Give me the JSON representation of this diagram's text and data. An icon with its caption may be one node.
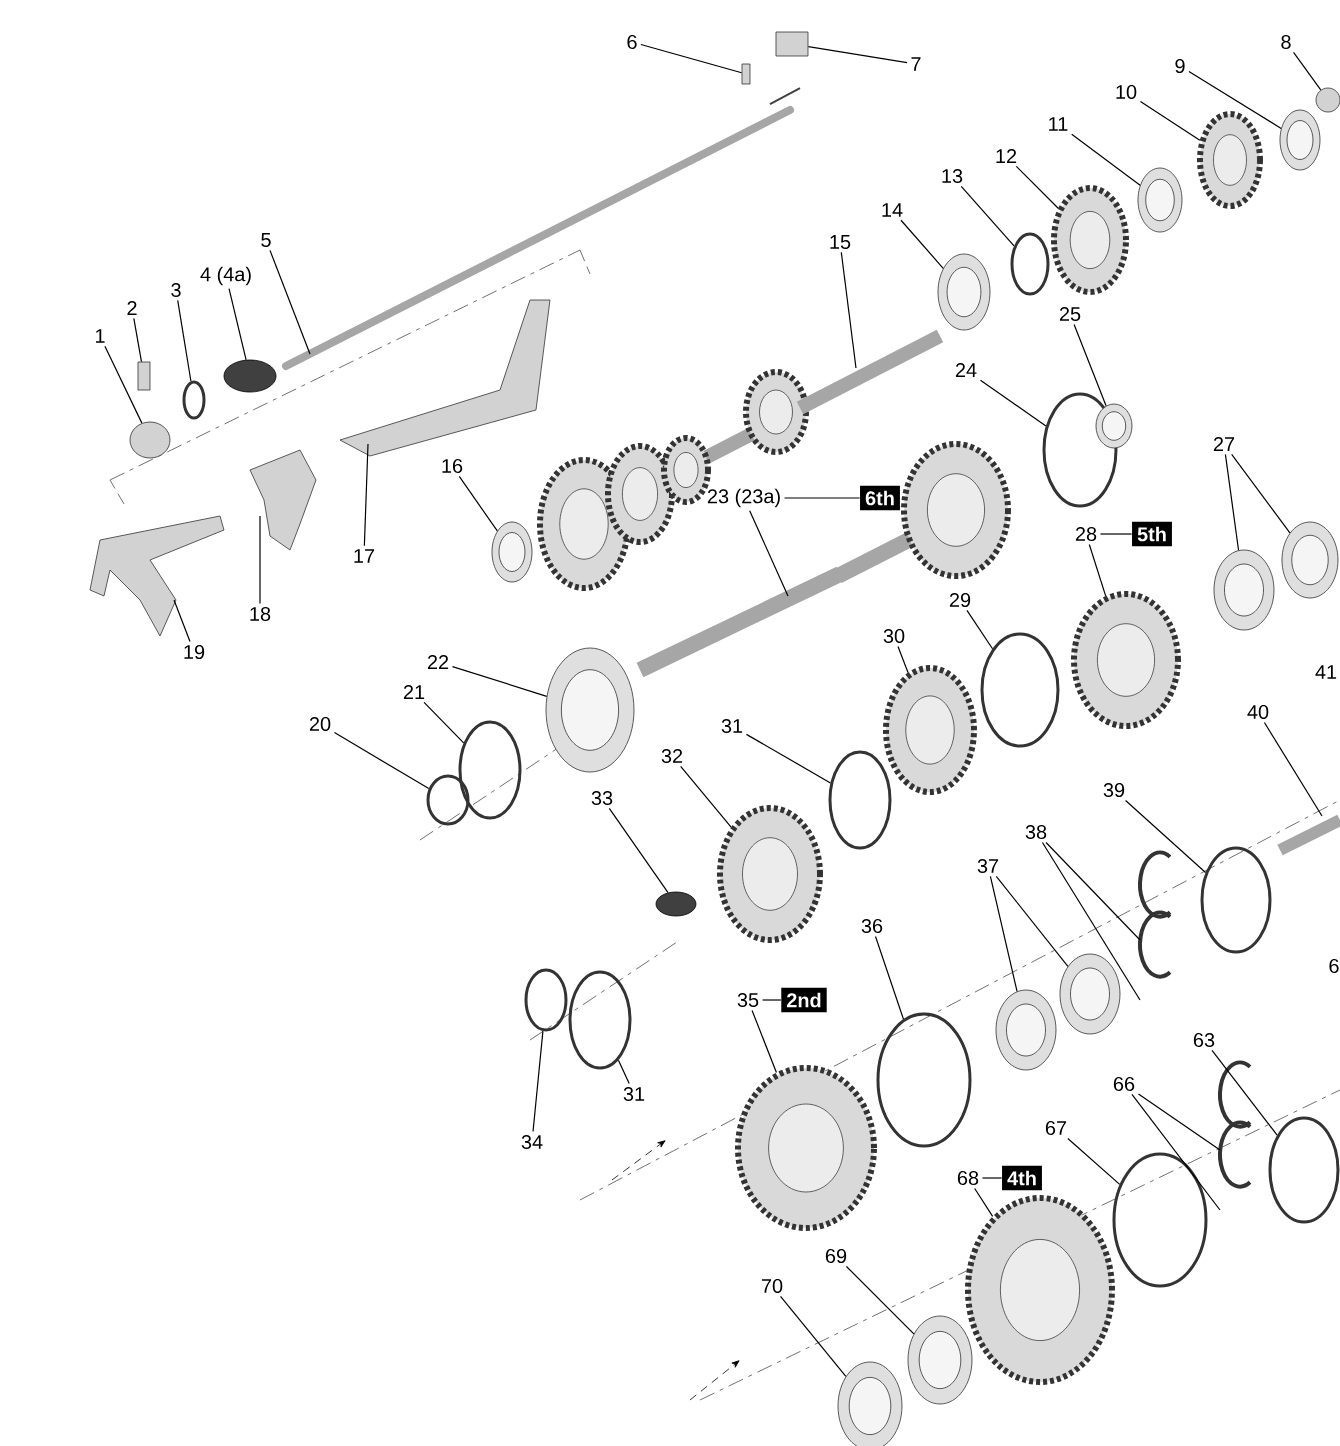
{
  "diagram": {
    "nodes": [
      {
        "text": [
          "1"
        ]
      },
      {
        "text": [
          "2"
        ]
      },
      {
        "text": [
          "3"
        ]
      },
      {
        "text": [
          "4 (4a)"
        ]
      },
      {
        "text": [
          "5"
        ]
      },
      {
        "text": [
          "6"
        ]
      },
      {
        "text": [
          "7"
        ]
      },
      {
        "text": [
          "8"
        ]
      },
      {
        "text": [
          "9"
        ]
      },
      {
        "text": [
          "10"
        ]
      },
      {
        "text": [
          "11"
        ]
      },
      {
        "text": [
          "12"
        ]
      },
      {
        "text": [
          "13"
        ]
      },
      {
        "text": [
          "14"
        ]
      },
      {
        "text": [
          "15"
        ]
      },
      {
        "text": [
          "16"
        ]
      },
      {
        "text": [
          "17"
        ]
      },
      {
        "text": [
          "18"
        ]
      },
      {
        "text": [
          "19"
        ]
      },
      {
        "text": [
          "20"
        ]
      },
      {
        "text": [
          "21"
        ]
      },
      {
        "text": [
          "22"
        ]
      },
      {
        "text": [
          "23 (23a)"
        ]
      },
      {
        "text": [
          "6th"
        ]
      },
      {
        "text": [
          "24"
        ]
      },
      {
        "text": [
          "25"
        ]
      },
      {
        "text": [
          "27"
        ]
      },
      {
        "text": [
          "28"
        ]
      },
      {
        "text": [
          "5th"
        ]
      },
      {
        "text": [
          "29"
        ]
      },
      {
        "text": [
          "30"
        ]
      },
      {
        "text": [
          "31"
        ]
      },
      {
        "text": [
          "32"
        ]
      },
      {
        "text": [
          "33"
        ]
      },
      {
        "text": [
          "34"
        ]
      },
      {
        "text": [
          "31"
        ]
      },
      {
        "text": [
          "35"
        ]
      },
      {
        "text": [
          "2nd"
        ]
      },
      {
        "text": [
          "36"
        ]
      },
      {
        "text": [
          "37"
        ]
      },
      {
        "text": [
          "38"
        ]
      },
      {
        "text": [
          "39"
        ]
      },
      {
        "text": [
          "40"
        ]
      },
      {
        "text": [
          "63"
        ]
      },
      {
        "text": [
          "66"
        ]
      },
      {
        "text": [
          "67"
        ]
      },
      {
        "text": [
          "68"
        ]
      },
      {
        "text": [
          "4th"
        ]
      },
      {
        "text": [
          "69"
        ]
      },
      {
        "text": [
          "70"
        ]
      },
      {
        "text": [],
        "shape": "circle"
      },
      {
        "text": [],
        "shape": "box"
      },
      {
        "text": [],
        "shape": "circle"
      },
      {
        "text": [],
        "shape": "circle"
      },
      {
        "text": [],
        "shape": "picture"
      },
      {
        "text": [],
        "shape": "box"
      },
      {
        "text": [],
        "shape": "box"
      },
      {
        "text": [],
        "shape": "circle"
      },
      {
        "text": [],
        "shape": "picture"
      },
      {
        "text": [],
        "shape": "picture"
      },
      {
        "text": [],
        "shape": "picture"
      },
      {
        "text": [],
        "shape": "picture"
      },
      {
        "text": [],
        "shape": "circle"
      },
      {
        "text": [],
        "shape": "picture"
      },
      {
        "text": [],
        "shape": "picture"
      },
      {
        "text": [],
        "shape": "picture"
      },
      {
        "text": [],
        "shape": "picture"
      },
      {
        "text": [],
        "shape": "picture"
      },
      {
        "text": [],
        "shape": "picture"
      },
      {
        "text": [],
        "shape": "circle"
      },
      {
        "text": [],
        "shape": "circle"
      },
      {
        "text": [],
        "shape": "picture"
      },
      {
        "text": [],
        "shape": "picture"
      },
      {
        "text": [],
        "shape": "circle"
      },
      {
        "text": [],
        "shape": "picture"
      },
      {
        "text": [],
        "shape": "picture"
      },
      {
        "text": [],
        "shape": "picture"
      },
      {
        "text": [],
        "shape": "picture"
      },
      {
        "text": [],
        "shape": "circle"
      },
      {
        "text": [],
        "shape": "picture"
      },
      {
        "text": [],
        "shape": "circle"
      },
      {
        "text": [],
        "shape": "picture"
      },
      {
        "text": [],
        "shape": "circle"
      },
      {
        "text": [],
        "shape": "circle"
      },
      {
        "text": [],
        "shape": "circle"
      },
      {
        "text": [],
        "shape": "picture"
      },
      {
        "text": [],
        "shape": "circle"
      },
      {
        "text": [],
        "shape": "picture"
      },
      {
        "text": [],
        "shape": "picture"
      },
      {
        "text": [],
        "shape": "picture"
      },
      {
        "text": [],
        "shape": "picture"
      },
      {
        "text": [],
        "shape": "circle"
      },
      {
        "text": [],
        "shape": "picture"
      },
      {
        "text": [],
        "shape": "circle"
      },
      {
        "text": [],
        "shape": "picture"
      },
      {
        "text": [],
        "shape": "picture"
      },
      {
        "text": [],
        "shape": "circle"
      },
      {
        "text": [],
        "shape": "picture"
      },
      {
        "text": [],
        "shape": "picture"
      },
      {
        "text": [],
        "shape": "picture"
      }
    ],
    "edges": [
      {
        "from": 0,
        "to": 50,
        "arrow": "none"
      },
      {
        "from": 1,
        "to": 51,
        "arrow": "none"
      },
      {
        "from": 2,
        "to": 52,
        "arrow": "none"
      },
      {
        "from": 3,
        "to": 53,
        "arrow": "none"
      },
      {
        "from": 4,
        "to": 54,
        "arrow": "none"
      },
      {
        "from": 5,
        "to": 55,
        "arrow": "none"
      },
      {
        "from": 6,
        "to": 56,
        "arrow": "none"
      },
      {
        "from": 7,
        "to": 57,
        "arrow": "none"
      },
      {
        "from": 8,
        "to": 58,
        "arrow": "none"
      },
      {
        "from": 9,
        "to": 59,
        "arrow": "none"
      },
      {
        "from": 10,
        "to": 60,
        "arrow": "none"
      },
      {
        "from": 11,
        "to": 61,
        "arrow": "none"
      },
      {
        "from": 12,
        "to": 62,
        "arrow": "none"
      },
      {
        "from": 13,
        "to": 63,
        "arrow": "none"
      },
      {
        "from": 14,
        "to": 64,
        "arrow": "none"
      },
      {
        "from": 15,
        "to": 65,
        "arrow": "none"
      },
      {
        "from": 16,
        "to": 66,
        "arrow": "none"
      },
      {
        "from": 17,
        "to": 67,
        "arrow": "none"
      },
      {
        "from": 18,
        "to": 68,
        "arrow": "none"
      },
      {
        "from": 19,
        "to": 69,
        "arrow": "none"
      },
      {
        "from": 20,
        "to": 70,
        "arrow": "none"
      },
      {
        "from": 21,
        "to": 71,
        "arrow": "none"
      },
      {
        "from": 22,
        "to": 72,
        "arrow": "none"
      },
      {
        "from": 22,
        "to": 23,
        "arrow": "none"
      },
      {
        "from": 24,
        "to": 73,
        "arrow": "none"
      },
      {
        "from": 25,
        "to": 74,
        "arrow": "none"
      },
      {
        "from": 26,
        "to": 75,
        "arrow": "none"
      },
      {
        "from": 26,
        "to": 76,
        "arrow": "none"
      },
      {
        "from": 27,
        "to": 77,
        "arrow": "none"
      },
      {
        "from": 27,
        "to": 28,
        "arrow": "none"
      },
      {
        "from": 29,
        "to": 78,
        "arrow": "none"
      },
      {
        "from": 30,
        "to": 79,
        "arrow": "none"
      },
      {
        "from": 31,
        "to": 80,
        "arrow": "none"
      },
      {
        "from": 32,
        "to": 81,
        "arrow": "none"
      },
      {
        "from": 33,
        "to": 82,
        "arrow": "none"
      },
      {
        "from": 34,
        "to": 83,
        "arrow": "none"
      },
      {
        "from": 35,
        "to": 84,
        "arrow": "none"
      },
      {
        "from": 36,
        "to": 85,
        "arrow": "none"
      },
      {
        "from": 36,
        "to": 37,
        "arrow": "none"
      },
      {
        "from": 38,
        "to": 86,
        "arrow": "none"
      },
      {
        "from": 39,
        "to": 87,
        "arrow": "none"
      },
      {
        "from": 39,
        "to": 88,
        "arrow": "none"
      },
      {
        "from": 40,
        "to": 89,
        "arrow": "none"
      },
      {
        "from": 40,
        "to": 90,
        "arrow": "none"
      },
      {
        "from": 41,
        "to": 91,
        "arrow": "none"
      },
      {
        "from": 42,
        "to": 92,
        "arrow": "none"
      },
      {
        "from": 43,
        "to": 93,
        "arrow": "none"
      },
      {
        "from": 44,
        "to": 94,
        "arrow": "none"
      },
      {
        "from": 44,
        "to": 95,
        "arrow": "none"
      },
      {
        "from": 45,
        "to": 96,
        "arrow": "none"
      },
      {
        "from": 46,
        "to": 97,
        "arrow": "none"
      },
      {
        "from": 46,
        "to": 47,
        "arrow": "none"
      },
      {
        "from": 48,
        "to": 98,
        "arrow": "none"
      },
      {
        "from": 49,
        "to": 99,
        "arrow": "none"
      }
    ],
    "labels": [
      "41",
      "6"
    ]
  }
}
